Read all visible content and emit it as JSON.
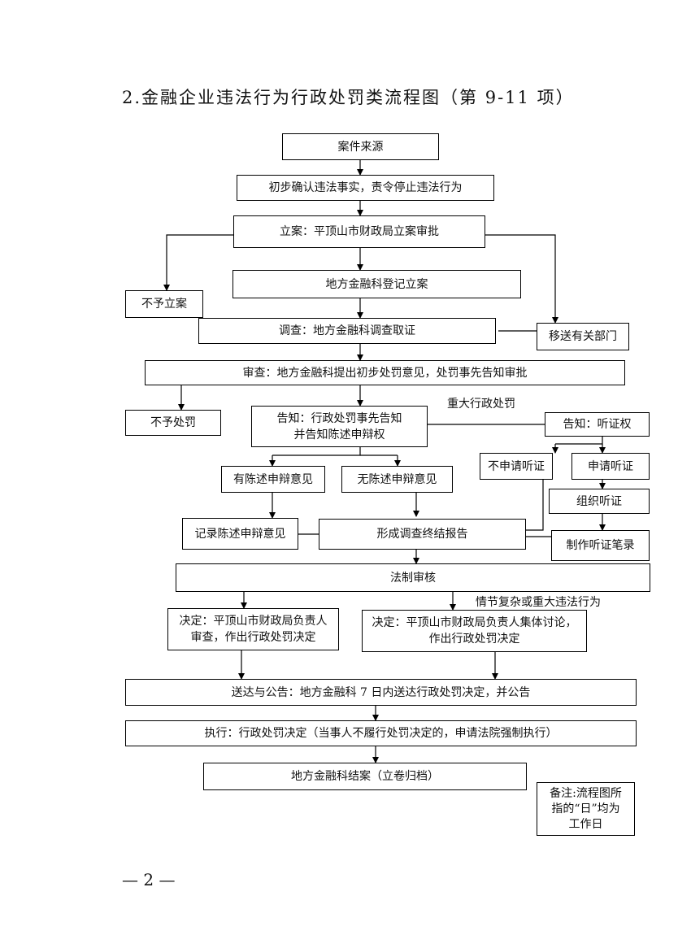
{
  "title": "2.金融企业违法行为行政处罚类流程图（第 9-11 项）",
  "nodes": {
    "source": "案件来源",
    "confirm": "初步确认违法事实，责令停止违法行为",
    "file_case": "立案：平顶山市财政局立案审批",
    "register": "地方金融科登记立案",
    "no_case": "不予立案",
    "transfer": "移送有关部门",
    "investigate": "调查：地方金融科调查取证",
    "review": "审查：地方金融科提出初步处罚意见，处罚事先告知审批",
    "no_penalty": "不予处罚",
    "notice_line1": "告知：行政处罚事先告知",
    "notice_line2": "并告知陈述申辩权",
    "hearing_notice": "告知：听证权",
    "no_hearing": "不申请听证",
    "apply_hearing": "申请听证",
    "organize_hearing": "组织听证",
    "hearing_record": "制作听证笔录",
    "has_defense": "有陈述申辩意见",
    "no_defense": "无陈述申辩意见",
    "record_defense": "记录陈述申辩意见",
    "report": "形成调查终结报告",
    "legal_review": "法制审核",
    "decision_a_line1": "决定：平顶山市财政局负责人",
    "decision_a_line2": "审查，作出行政处罚决定",
    "decision_b_line1": "决定：平顶山市财政局负责人集体讨论，",
    "decision_b_line2": "作出行政处罚决定",
    "deliver": "送达与公告：地方金融科 7 日内送达行政处罚决定，并公告",
    "execute": "执行：行政处罚决定（当事人不履行处罚决定的，申请法院强制执行）",
    "close": "地方金融科结案（立卷归档）",
    "note_line1": "备注:流程图所",
    "note_line2": "指的“日”均为",
    "note_line3": "工作日"
  },
  "labels": {
    "major_penalty": "重大行政处罚",
    "complex_case": "情节复杂或重大违法行为"
  },
  "page_number": "— 2 —"
}
